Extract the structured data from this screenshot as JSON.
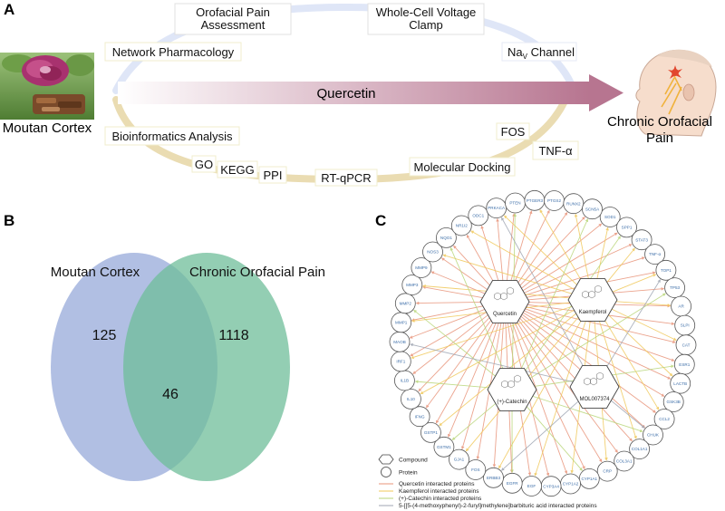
{
  "panel_a": {
    "letter": "A",
    "left_label": "Moutan Cortex",
    "center_label": "Quercetin",
    "right_label_line1": "Chronic Orofacial",
    "right_label_line2": "Pain",
    "top_boxes": [
      {
        "line1": "Orofacial Pain",
        "line2": "Assessment"
      },
      {
        "line1": "Whole-Cell Voltage",
        "line2": "Clamp"
      }
    ],
    "network_pharmacology": "Network Pharmacology",
    "nav_channel": "Na",
    "nav_channel_sub": "V",
    "nav_channel_suffix": " Channel",
    "bioinformatics": "Bioinformatics Analysis",
    "go": "GO",
    "kegg": "KEGG",
    "ppi": "PPI",
    "rtqpcr": "RT-qPCR",
    "molecular_docking": "Molecular Docking",
    "fos": "FOS",
    "tnf": "TNF-α",
    "colors": {
      "arc_top": "#dfe6f7",
      "arc_bottom": "#eadcb2",
      "arrow": "#b77590"
    }
  },
  "panel_b": {
    "letter": "B",
    "left_title": "Moutan Cortex",
    "right_title": "Chronic Orofacial Pain",
    "left_only": "125",
    "right_only": "1118",
    "overlap": "46",
    "colors": {
      "left": "#a9b8e0",
      "right": "#6fbe9a",
      "overlap": "#5aaa93"
    }
  },
  "panel_c": {
    "letter": "C",
    "compounds": [
      {
        "name": "Quercetin",
        "color": "#e8947a"
      },
      {
        "name": "Kaempferol",
        "color": "#f0c85a"
      },
      {
        "name": "(+)-Catechin",
        "color": "#b9d67a"
      },
      {
        "name": "MOL007374",
        "color": "#9fa6b3"
      }
    ],
    "proteins": [
      "SOD1",
      "SPP1",
      "STAT3",
      "TNF-α",
      "TOP1",
      "TP53",
      "AR",
      "SLPI",
      "CAT",
      "ESR1",
      "LACTB",
      "GSK3B",
      "CCL2",
      "CHUK",
      "COL1A1",
      "COL3A1",
      "CRP",
      "CYP1A1",
      "CYP1A2",
      "CYP3A4",
      "EGF",
      "EGFR",
      "ERBB3",
      "FOS",
      "GJA1",
      "GSTM1",
      "GSTP1",
      "IFNG",
      "IL10",
      "IL1B",
      "IRF1",
      "MAOB",
      "MMP1",
      "MMP2",
      "MMP3",
      "MMP9",
      "NOS3",
      "NQO1",
      "NR1I2",
      "ODC1",
      "PRKACA",
      "PTEN",
      "PTGER3",
      "PTGS2",
      "RUNX2",
      "SCN5A"
    ],
    "legend": {
      "compound": "Compound",
      "protein": "Protein",
      "lines": [
        {
          "label": "Quercetin interacted proteins",
          "color": "#e8947a"
        },
        {
          "label": "Kaempferol interacted proteins",
          "color": "#f0c85a"
        },
        {
          "label": "(+)-Catechin interacted proteins",
          "color": "#b9d67a"
        },
        {
          "label": "5-[[5-(4-methoxyphenyl)-2-furyl]methylene]barbituric acid interacted proteins",
          "color": "#9fa6b3"
        }
      ]
    }
  }
}
